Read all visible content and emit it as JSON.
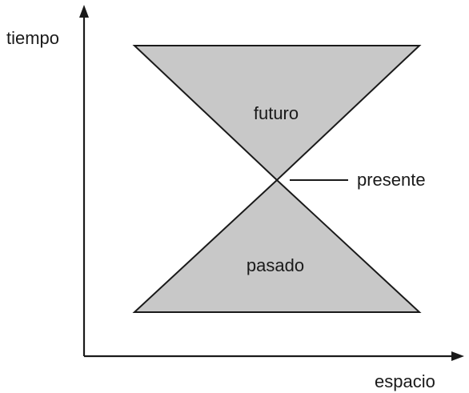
{
  "labels": {
    "y_axis": "tiempo",
    "x_axis": "espacio",
    "future": "futuro",
    "past": "pasado",
    "present": "presente"
  },
  "colors": {
    "cone_fill": "#c8c8c8",
    "stroke": "#1a1a1a",
    "background": "#ffffff"
  }
}
